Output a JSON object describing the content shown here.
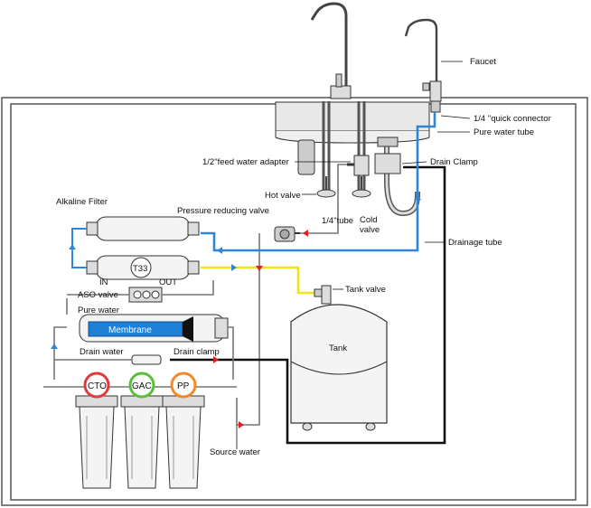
{
  "labels": {
    "faucet": "Faucet",
    "quick_connector": "1/4 \"quick connector",
    "pure_water_tube": "Pure water tube",
    "feed_water_adapter": "1/2\"feed water adapter",
    "drain_clamp_top": "Drain Clamp",
    "hot_valve": "Hot valve",
    "cold_valve_line1": "Cold",
    "cold_valve_line2": "valve",
    "tube_quarter": "1/4\"tube",
    "pressure_reducing_valve": "Pressure reducing valve",
    "alkaline_filter": "Alkaline Filter",
    "drainage_tube": "Drainage tube",
    "t33": "T33",
    "in": "IN",
    "out": "OUT",
    "aso_valve": "ASO valve",
    "tank_valve": "Tank valve",
    "pure_water": "Pure water",
    "membrane": "Membrane",
    "tank": "Tank",
    "drain_water": "Drain water",
    "drain_clamp": "Drain clamp",
    "cto": "CTO",
    "gac": "GAC",
    "pp": "PP",
    "source_water": "Source water"
  },
  "colors": {
    "pure_water_line": "#2f86d8",
    "feed_line": "#f2e21a",
    "drain_line": "#111111",
    "flow_arrow_red": "#e02020",
    "flow_arrow_blue": "#2f86d8",
    "membrane_fill": "#1e7fd6",
    "cto_ring": "#e23b3b",
    "gac_ring": "#5cbf3a",
    "pp_ring": "#f08a2a"
  }
}
